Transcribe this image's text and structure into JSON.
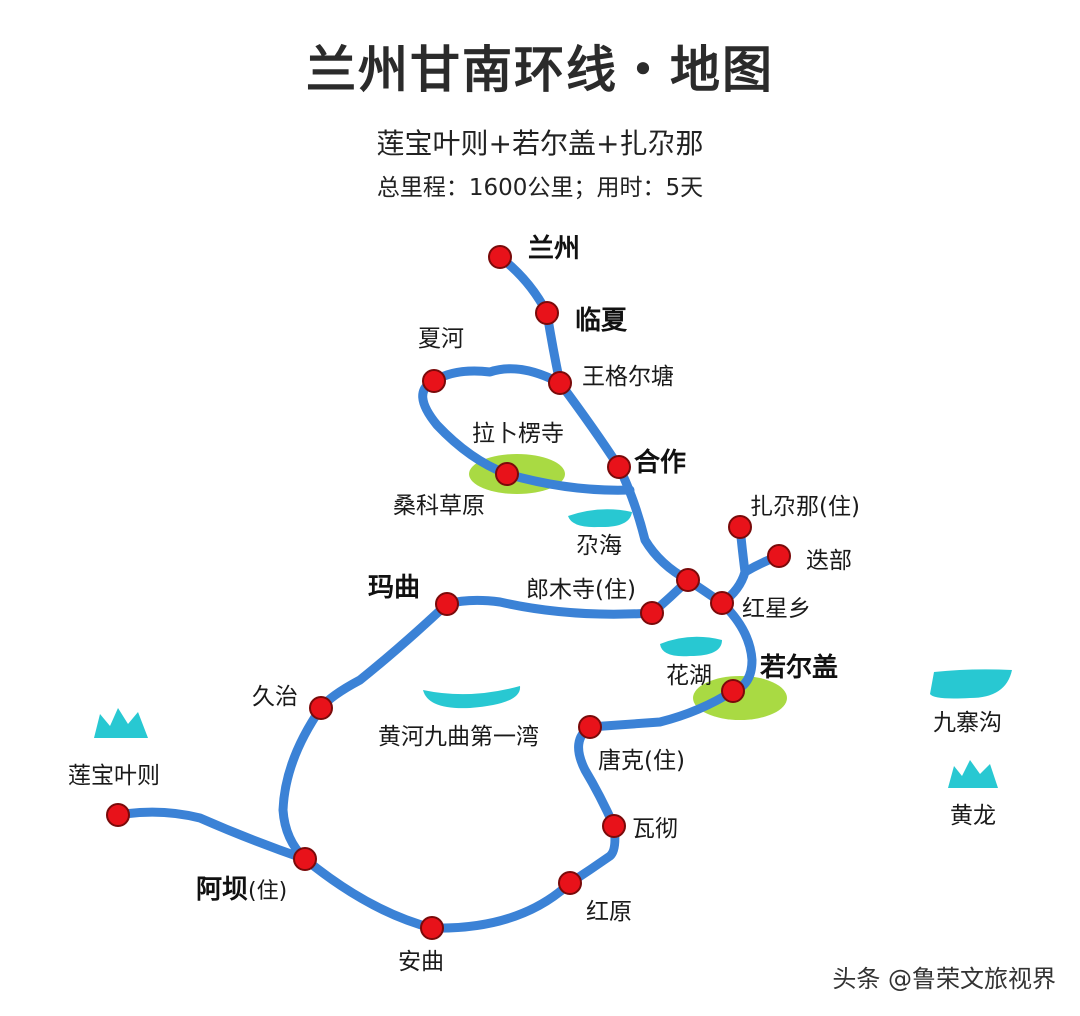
{
  "title": "兰州甘南环线・地图",
  "subtitle": "莲宝叶则+若尔盖+扎尕那",
  "summary": "总里程：1600公里；用时：5天",
  "colors": {
    "route": "#3b82d6",
    "stop": "#e8121a",
    "grass": "#9ad422",
    "water": "#28c8d2"
  },
  "stops": {
    "lanzhou": "兰州",
    "linxia": "临夏",
    "xiahe": "夏河",
    "wanggeertang": "王格尔塘",
    "labulengsi": "拉卜楞寺",
    "hezuo": "合作",
    "sangkecaoyuan": "桑科草原",
    "gahai": "尕海",
    "zhagana": "扎尕那(住)",
    "diebu": "迭部",
    "hongxingxiang": "红星乡",
    "maqu": "玛曲",
    "langmusi": "郎木寺(住)",
    "huahu": "花湖",
    "ruoergai": "若尔盖",
    "jiuzhi": "久治",
    "huanghejiuqu": "黄河九曲第一湾",
    "tangke": "唐克(住)",
    "lianbaoyeze": "莲宝叶则",
    "waqie": "瓦彻",
    "aba": "阿坝",
    "aba_suffix": "(住)",
    "hongyuan": "红原",
    "anqu": "安曲",
    "jiuzhaigou": "九寨沟",
    "huanglong": "黄龙"
  },
  "watermark": "头条 @鲁荣文旅视界"
}
